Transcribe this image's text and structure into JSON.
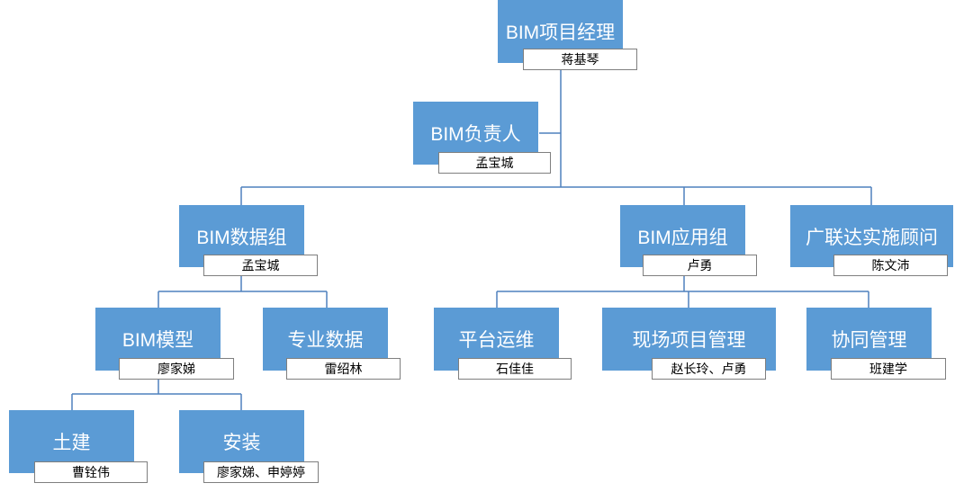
{
  "nodes": {
    "pm": {
      "title": "BIM项目经理",
      "person": "蒋基琴"
    },
    "lead": {
      "title": "BIM负责人",
      "person": "孟宝城"
    },
    "data": {
      "title": "BIM数据组",
      "person": "孟宝城"
    },
    "app": {
      "title": "BIM应用组",
      "person": "卢勇"
    },
    "consult": {
      "title": "广联达实施顾问",
      "person": "陈文沛"
    },
    "model": {
      "title": "BIM模型",
      "person": "廖家娣"
    },
    "special": {
      "title": "专业数据",
      "person": "雷绍林"
    },
    "platform": {
      "title": "平台运维",
      "person": "石佳佳"
    },
    "site": {
      "title": "现场项目管理",
      "person": "赵长玲、卢勇"
    },
    "collab": {
      "title": "协同管理",
      "person": "班建学"
    },
    "civil": {
      "title": "土建",
      "person": "曹铨伟"
    },
    "install": {
      "title": "安装",
      "person": "廖家娣、申婷婷"
    }
  },
  "colors": {
    "box": "#5b9bd5",
    "line": "#4f81bd",
    "tag_border": "#7f7f7f"
  }
}
